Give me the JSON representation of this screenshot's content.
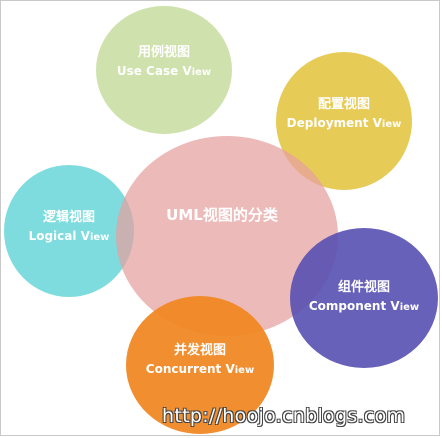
{
  "center": {
    "zh": "UML视图的分类",
    "color": "#e8a8a8"
  },
  "nodes": {
    "use_case": {
      "zh": "用例视图",
      "en_main": "Use Case V",
      "en_small": "iew",
      "color": "#c9dca0"
    },
    "deployment": {
      "zh": "配置视图",
      "en_main": "Deployment V",
      "en_small": "iew",
      "color": "#e6c64a"
    },
    "logical": {
      "zh": "逻辑视图",
      "en_main": "Logical V",
      "en_small": "iew",
      "color": "#6fd7d9"
    },
    "component": {
      "zh": "组件视图",
      "en_main": "Component V",
      "en_small": "iew",
      "color": "#5a55b5"
    },
    "concurrent": {
      "zh": "并发视图",
      "en_main": "Concurrent V",
      "en_small": "iew",
      "color": "#f08a24"
    }
  },
  "watermark": "http://hoojo.cnblogs.com"
}
